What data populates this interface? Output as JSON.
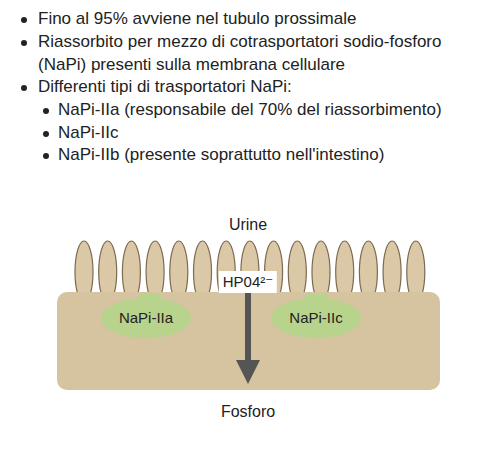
{
  "diagram": {
    "nodes": [
      {
        "text": [
          "NaPi-IIa"
        ]
      },
      {
        "text": [
          "NaPi-IIc"
        ]
      }
    ],
    "labels": [
      "Fino al 95% avviene nel tubulo prossimale",
      "Riassorbito per mezzo di cotrasportatori sodio-fosforo (NaPi) presenti sulla membrana cellulare",
      "Differenti tipi di trasportatori NaPi:",
      "NaPi-IIa (responsabile del 70% del riassorbimento)",
      "NaPi-IIc",
      "NaPi-IIb (presente soprattutto nell'intestino)",
      "Urine",
      "HP04²⁻",
      "Fosforo"
    ]
  }
}
